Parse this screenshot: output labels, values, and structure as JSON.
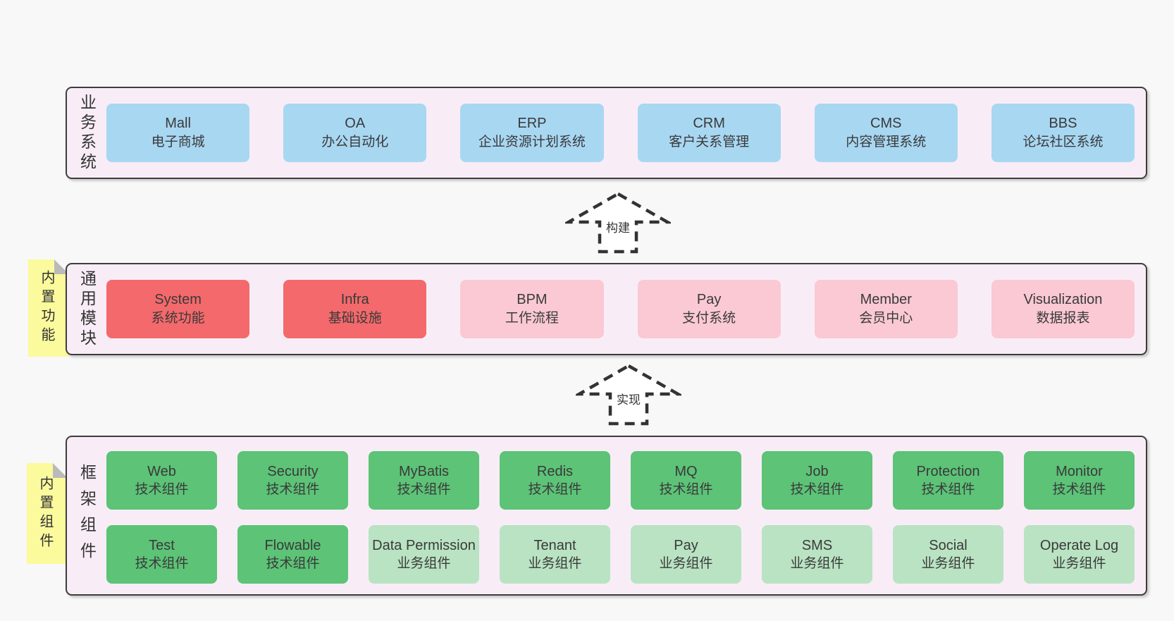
{
  "colors": {
    "page_bg": "#f8f8f8",
    "panel_bg": "#f8edf6",
    "panel_border": "#3d3d3d",
    "blue": "#a8d7f2",
    "red": "#f4696b",
    "pink": "#fac9d3",
    "green": "#5cc377",
    "light_green": "#b9e3c2",
    "yellow": "#fbfa9d",
    "fold_gray": "#bababa",
    "text": "#3a3a3a",
    "arrow": "#333333"
  },
  "arrows": [
    {
      "label": "构建"
    },
    {
      "label": "实现"
    }
  ],
  "panels": {
    "business": {
      "label": "业务系统",
      "boxes": [
        {
          "name": "Mall",
          "desc": "电子商城",
          "color": "blue"
        },
        {
          "name": "OA",
          "desc": "办公自动化",
          "color": "blue"
        },
        {
          "name": "ERP",
          "desc": "企业资源计划系统",
          "color": "blue"
        },
        {
          "name": "CRM",
          "desc": "客户关系管理",
          "color": "blue"
        },
        {
          "name": "CMS",
          "desc": "内容管理系统",
          "color": "blue"
        },
        {
          "name": "BBS",
          "desc": "论坛社区系统",
          "color": "blue"
        }
      ]
    },
    "modules": {
      "label": "通用模块",
      "sticky": "内置功能",
      "boxes": [
        {
          "name": "System",
          "desc": "系统功能",
          "color": "red"
        },
        {
          "name": "Infra",
          "desc": "基础设施",
          "color": "red"
        },
        {
          "name": "BPM",
          "desc": "工作流程",
          "color": "pink"
        },
        {
          "name": "Pay",
          "desc": "支付系统",
          "color": "pink"
        },
        {
          "name": "Member",
          "desc": "会员中心",
          "color": "pink"
        },
        {
          "name": "Visualization",
          "desc": "数据报表",
          "color": "pink"
        }
      ]
    },
    "components": {
      "label": "框架组件",
      "sticky": "内置组件",
      "rows": [
        [
          {
            "name": "Web",
            "desc": "技术组件",
            "color": "green"
          },
          {
            "name": "Security",
            "desc": "技术组件",
            "color": "green"
          },
          {
            "name": "MyBatis",
            "desc": "技术组件",
            "color": "green"
          },
          {
            "name": "Redis",
            "desc": "技术组件",
            "color": "green"
          },
          {
            "name": "MQ",
            "desc": "技术组件",
            "color": "green"
          },
          {
            "name": "Job",
            "desc": "技术组件",
            "color": "green"
          },
          {
            "name": "Protection",
            "desc": "技术组件",
            "color": "green"
          },
          {
            "name": "Monitor",
            "desc": "技术组件",
            "color": "green"
          }
        ],
        [
          {
            "name": "Test",
            "desc": "技术组件",
            "color": "green"
          },
          {
            "name": "Flowable",
            "desc": "技术组件",
            "color": "green"
          },
          {
            "name": "Data Permission",
            "desc": "业务组件",
            "color": "light_green"
          },
          {
            "name": "Tenant",
            "desc": "业务组件",
            "color": "light_green"
          },
          {
            "name": "Pay",
            "desc": "业务组件",
            "color": "light_green"
          },
          {
            "name": "SMS",
            "desc": "业务组件",
            "color": "light_green"
          },
          {
            "name": "Social",
            "desc": "业务组件",
            "color": "light_green"
          },
          {
            "name": "Operate Log",
            "desc": "业务组件",
            "color": "light_green"
          }
        ]
      ]
    }
  }
}
